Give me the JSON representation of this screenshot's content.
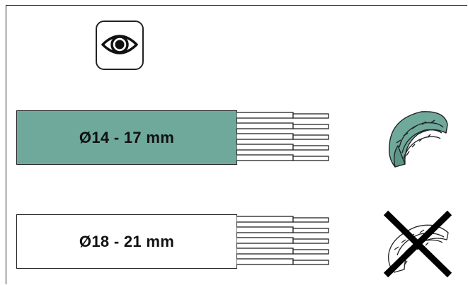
{
  "icons": {
    "inspect": "eye-icon",
    "grommet_ok": "green-cable-grommet-icon",
    "grommet_rejected": "crossed-out-grommet-icon"
  },
  "cables": [
    {
      "label": "Ø14 - 17 mm",
      "color": "#6fa99b",
      "status": "suitable"
    },
    {
      "label": "Ø18 - 21 mm",
      "color": "#ffffff",
      "status": "not suitable"
    }
  ],
  "colors": {
    "outline": "#222222",
    "grommet_green": "#6fa99b",
    "cross": "#000000"
  }
}
